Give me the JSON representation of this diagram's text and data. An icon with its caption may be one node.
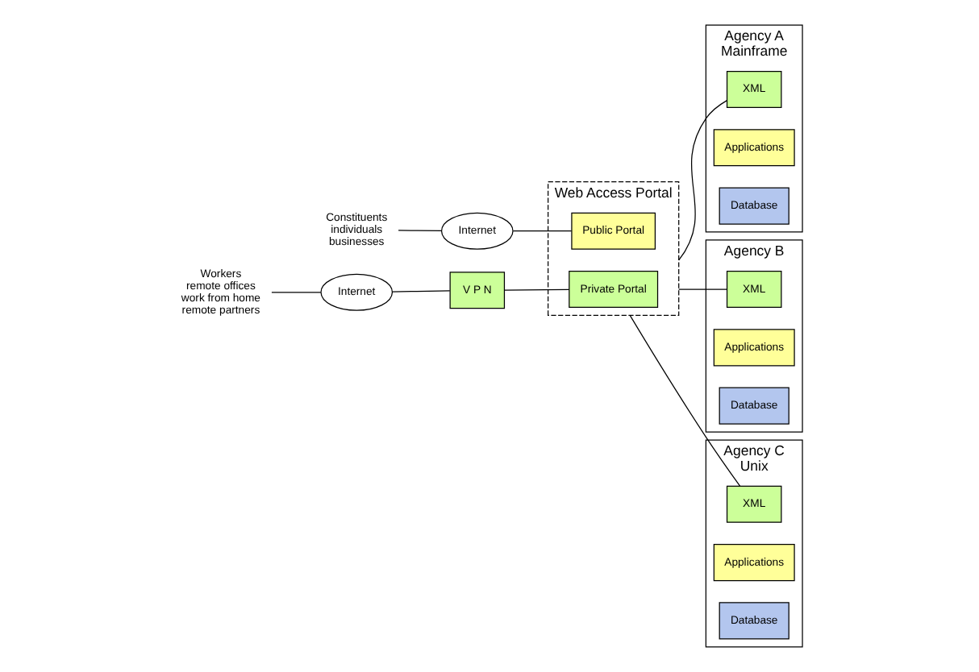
{
  "diagram": {
    "nodes": [
      {
        "text": [
          "Constituents",
          "individuals",
          "businesses"
        ]
      },
      {
        "text": [
          "Internet"
        ]
      },
      {
        "text": [
          "Web Access Portal"
        ]
      },
      {
        "text": [
          "Public Portal"
        ],
        "in": 2
      },
      {
        "text": [
          "Private Portal"
        ],
        "in": 2
      },
      {
        "text": [
          "Workers",
          "remote offices",
          "work from home",
          "remote partners"
        ]
      },
      {
        "text": [
          "Internet"
        ]
      },
      {
        "text": [
          "V P N"
        ]
      },
      {
        "text": [
          "Agency A",
          "Mainframe"
        ]
      },
      {
        "text": [
          "XML"
        ],
        "in": 8
      },
      {
        "text": [
          "Applications"
        ],
        "in": 8
      },
      {
        "text": [
          "Database"
        ],
        "in": 8
      },
      {
        "text": [
          "Agency B"
        ]
      },
      {
        "text": [
          "XML"
        ],
        "in": 12
      },
      {
        "text": [
          "Applications"
        ],
        "in": 12
      },
      {
        "text": [
          "Database"
        ],
        "in": 12
      },
      {
        "text": [
          "Agency C",
          "Unix"
        ]
      },
      {
        "text": [
          "XML"
        ],
        "in": 16
      },
      {
        "text": [
          "Applications"
        ],
        "in": 16
      },
      {
        "text": [
          "Database"
        ],
        "in": 16
      }
    ],
    "edges": [
      {
        "from": 0,
        "to": 1,
        "arrow": "none"
      },
      {
        "from": 1,
        "to": 3,
        "arrow": "none"
      },
      {
        "from": 5,
        "to": 6,
        "arrow": "none"
      },
      {
        "from": 6,
        "to": 7,
        "arrow": "none"
      },
      {
        "from": 7,
        "to": 4,
        "arrow": "none"
      },
      {
        "from": 2,
        "to": 9,
        "arrow": "none"
      },
      {
        "from": 2,
        "to": 13,
        "arrow": "none"
      },
      {
        "from": 2,
        "to": 17,
        "arrow": "none"
      }
    ]
  }
}
